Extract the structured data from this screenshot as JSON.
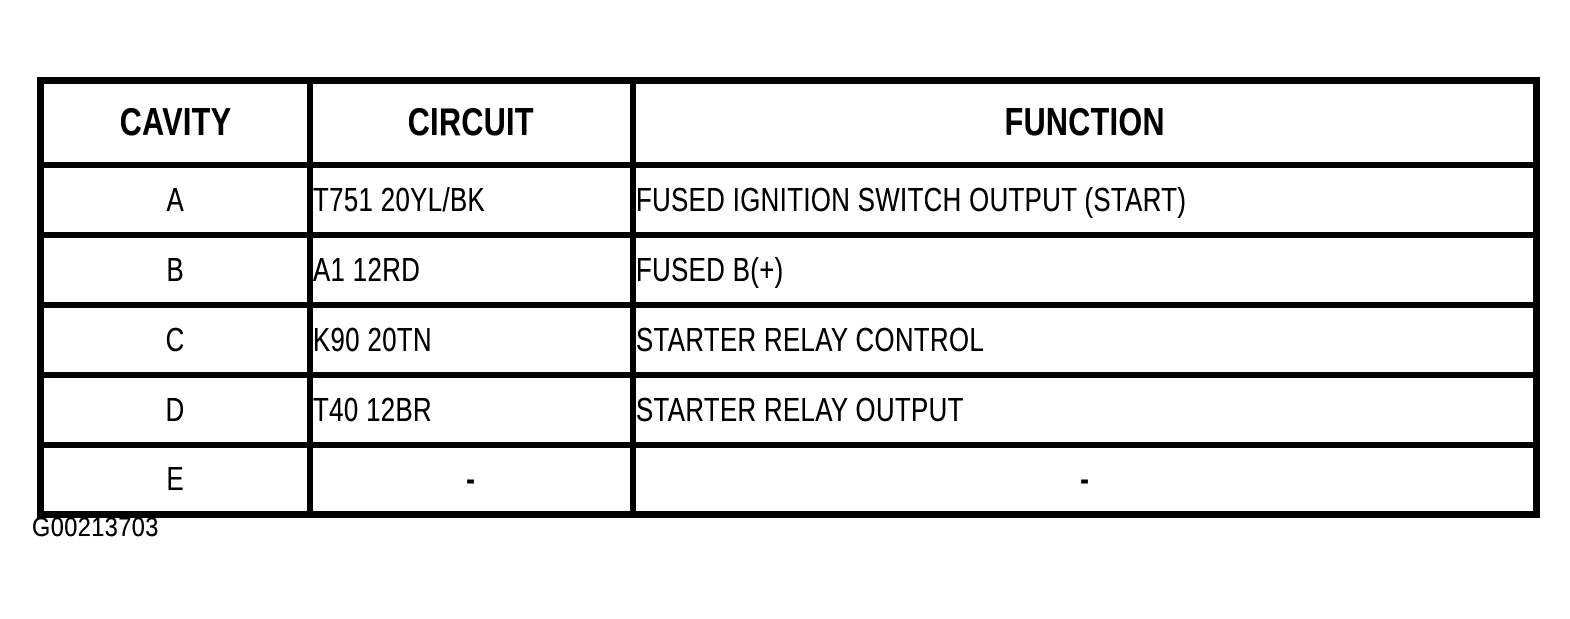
{
  "figure": {
    "caption": "G00213703"
  },
  "table": {
    "headers": [
      "CAVITY",
      "CIRCUIT",
      "FUNCTION"
    ],
    "rows": [
      {
        "cavity": "A",
        "circuit": "T751 20YL/BK",
        "function": "FUSED IGNITION SWITCH OUTPUT (START)"
      },
      {
        "cavity": "B",
        "circuit": "A1 12RD",
        "function": "FUSED B(+)"
      },
      {
        "cavity": "C",
        "circuit": "K90 20TN",
        "function": "STARTER RELAY CONTROL"
      },
      {
        "cavity": "D",
        "circuit": "T40 12BR",
        "function": "STARTER RELAY OUTPUT"
      },
      {
        "cavity": "E",
        "circuit": "-",
        "function": "-"
      }
    ]
  },
  "colors": {
    "ink": "#0a0a0a",
    "paper": "#ffffff"
  }
}
